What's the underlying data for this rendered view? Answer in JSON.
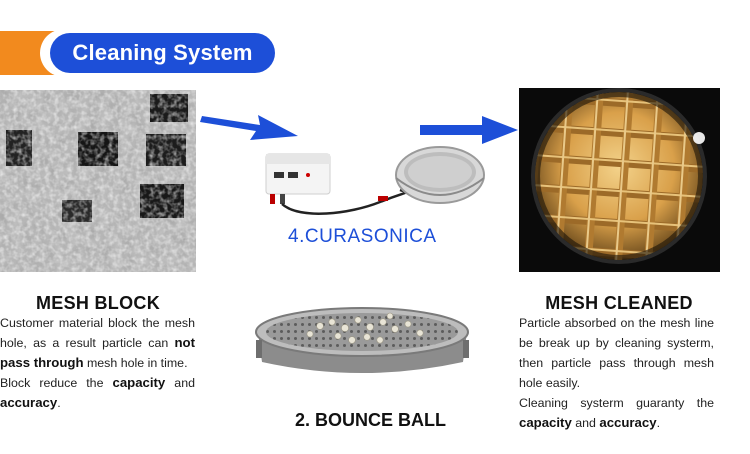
{
  "header": {
    "title": "Cleaning System"
  },
  "left": {
    "title": "MESH BLOCK",
    "p1": {
      "a": "Customer material block the mesh hole, as a result particle can ",
      "b": "not pass through",
      "c": " mesh hole in time."
    },
    "p2": {
      "a": "Block reduce the ",
      "b": "capacity",
      "c": " and ",
      "d": "accuracy",
      "e": "."
    }
  },
  "center": {
    "curasonica_label": "4.CURASONICA",
    "bounce_label": "2. BOUNCE BALL"
  },
  "right": {
    "title": "MESH CLEANED",
    "p1": "Particle absorbed on the mesh line be break up by cleaning systerm, then particle pass through mesh hole easily.",
    "p2": {
      "a": "Cleaning systerm guaranty the ",
      "b": "capacity",
      "c": " and ",
      "d": "accuracy",
      "e": "."
    }
  },
  "colors": {
    "accent_blue": "#1d4fd8",
    "accent_orange": "#f28a1e"
  },
  "icons": [
    "arrow-right-icon",
    "arrow-right-icon"
  ]
}
